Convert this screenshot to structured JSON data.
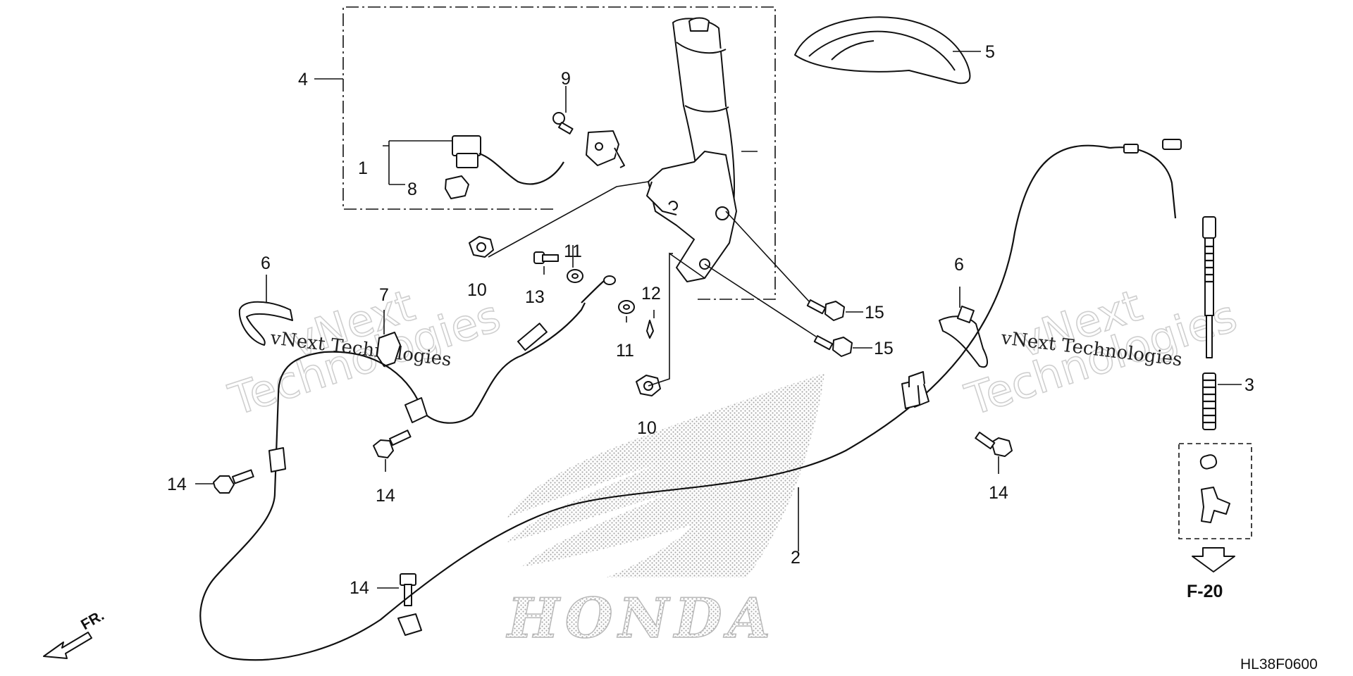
{
  "diagram": {
    "callouts": {
      "c1": "1",
      "c2": "2",
      "c3": "3",
      "c4": "4",
      "c5": "5",
      "c6a": "6",
      "c6b": "6",
      "c7": "7",
      "c8": "8",
      "c9": "9",
      "c10a": "10",
      "c10b": "10",
      "c11a": "11",
      "c11b": "11",
      "c12": "12",
      "c13": "13",
      "c14a": "14",
      "c14b": "14",
      "c14c": "14",
      "c14d": "14",
      "c15a": "15",
      "c15b": "15"
    },
    "reference_arrow_label": "F-20",
    "front_direction_label": "FR.",
    "drawing_code": "HL38F0600",
    "brand_logo_text": "HONDA",
    "watermarks": {
      "left_big_1": "vNext",
      "left_big_2": "Technologies",
      "left_small": "vNext Technologies",
      "right_big_1": "vNext",
      "right_big_2": "Technologies",
      "right_small": "vNext Technologies"
    }
  }
}
